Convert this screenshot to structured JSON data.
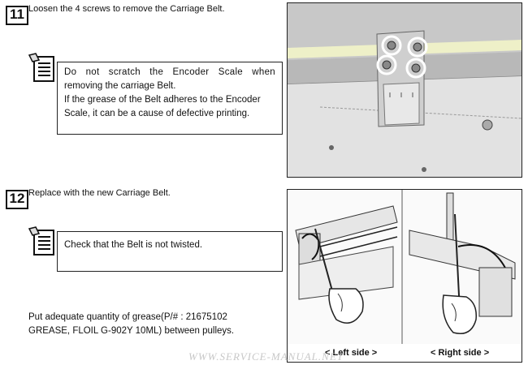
{
  "step11": {
    "number": "11",
    "title": "Loosen the 4 screws to remove the Carriage Belt.",
    "note_lines": [
      "Do not scratch the Encoder Scale when",
      "removing the carriage Belt.",
      "If the grease of the Belt adheres to the Encoder",
      "Scale, it can be a cause of defective printing."
    ]
  },
  "step12": {
    "number": "12",
    "title": "Replace with the new Carriage Belt.",
    "note": "Check that the Belt is not twisted.",
    "grease_lines": [
      "Put adequate quantity of grease(P/# : 21675102",
      "GREASE, FLOIL G-902Y 10ML) between pulleys."
    ],
    "captions": {
      "left": "< Left side >",
      "right": "< Right side >"
    }
  },
  "watermark": "WWW.SERVICE-MANUAL.NET",
  "icons": {
    "note": "note-memo-icon"
  }
}
